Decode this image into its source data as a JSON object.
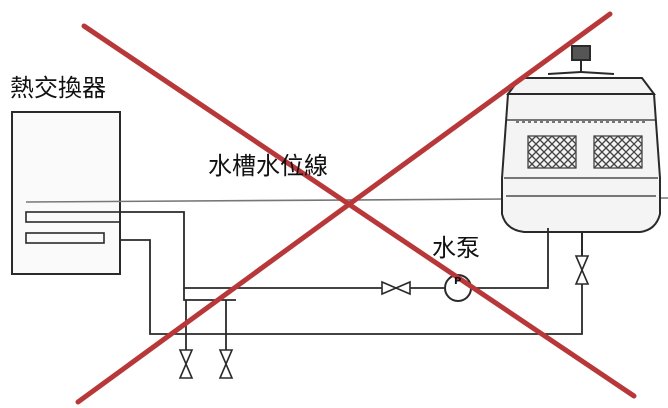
{
  "labels": {
    "heat_exchanger": "熱交換器",
    "water_level_line": "水槽水位線",
    "pump": "水泵",
    "pump_symbol": "P"
  },
  "colors": {
    "line": "#2a2a2a",
    "cross": "#b8383a",
    "fill": "#f4f4f4",
    "mesh": "#444444"
  },
  "icons": [
    "valve-icon",
    "pump-icon",
    "fan-icon",
    "cross-out-mark"
  ]
}
